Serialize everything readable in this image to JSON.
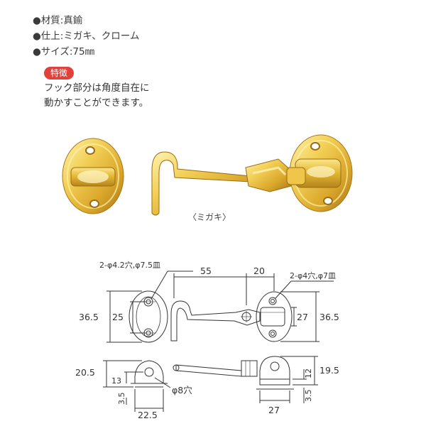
{
  "specs": [
    "●材質:真鍮",
    "●仕上:ミガキ、クローム",
    "●サイズ:75㎜"
  ],
  "badge": "特徴",
  "feature_lines": [
    "フック部分は角度自在に",
    "動かすことができます。"
  ],
  "caption": "〈ミガキ〉",
  "dimensions": {
    "hole_left": "2-φ4.2穴,φ7.5皿",
    "hole_right": "2-φ4穴,φ7皿",
    "top_55": "55",
    "top_20": "20",
    "left_365": "36.5",
    "left_25": "25",
    "right_27": "27",
    "right_365": "36.5",
    "side_205": "20.5",
    "side_13": "13",
    "side_35a": "3.5",
    "bottom_225": "22.5",
    "hole_8": "φ8穴",
    "side_195": "19.5",
    "side_12": "12",
    "side_35b": "3.5",
    "bottom_27": "27"
  },
  "colors": {
    "badge": "#e0413a",
    "brass_light": "#fbe58a",
    "brass_mid": "#e2b531",
    "brass_dark": "#a8761a"
  }
}
